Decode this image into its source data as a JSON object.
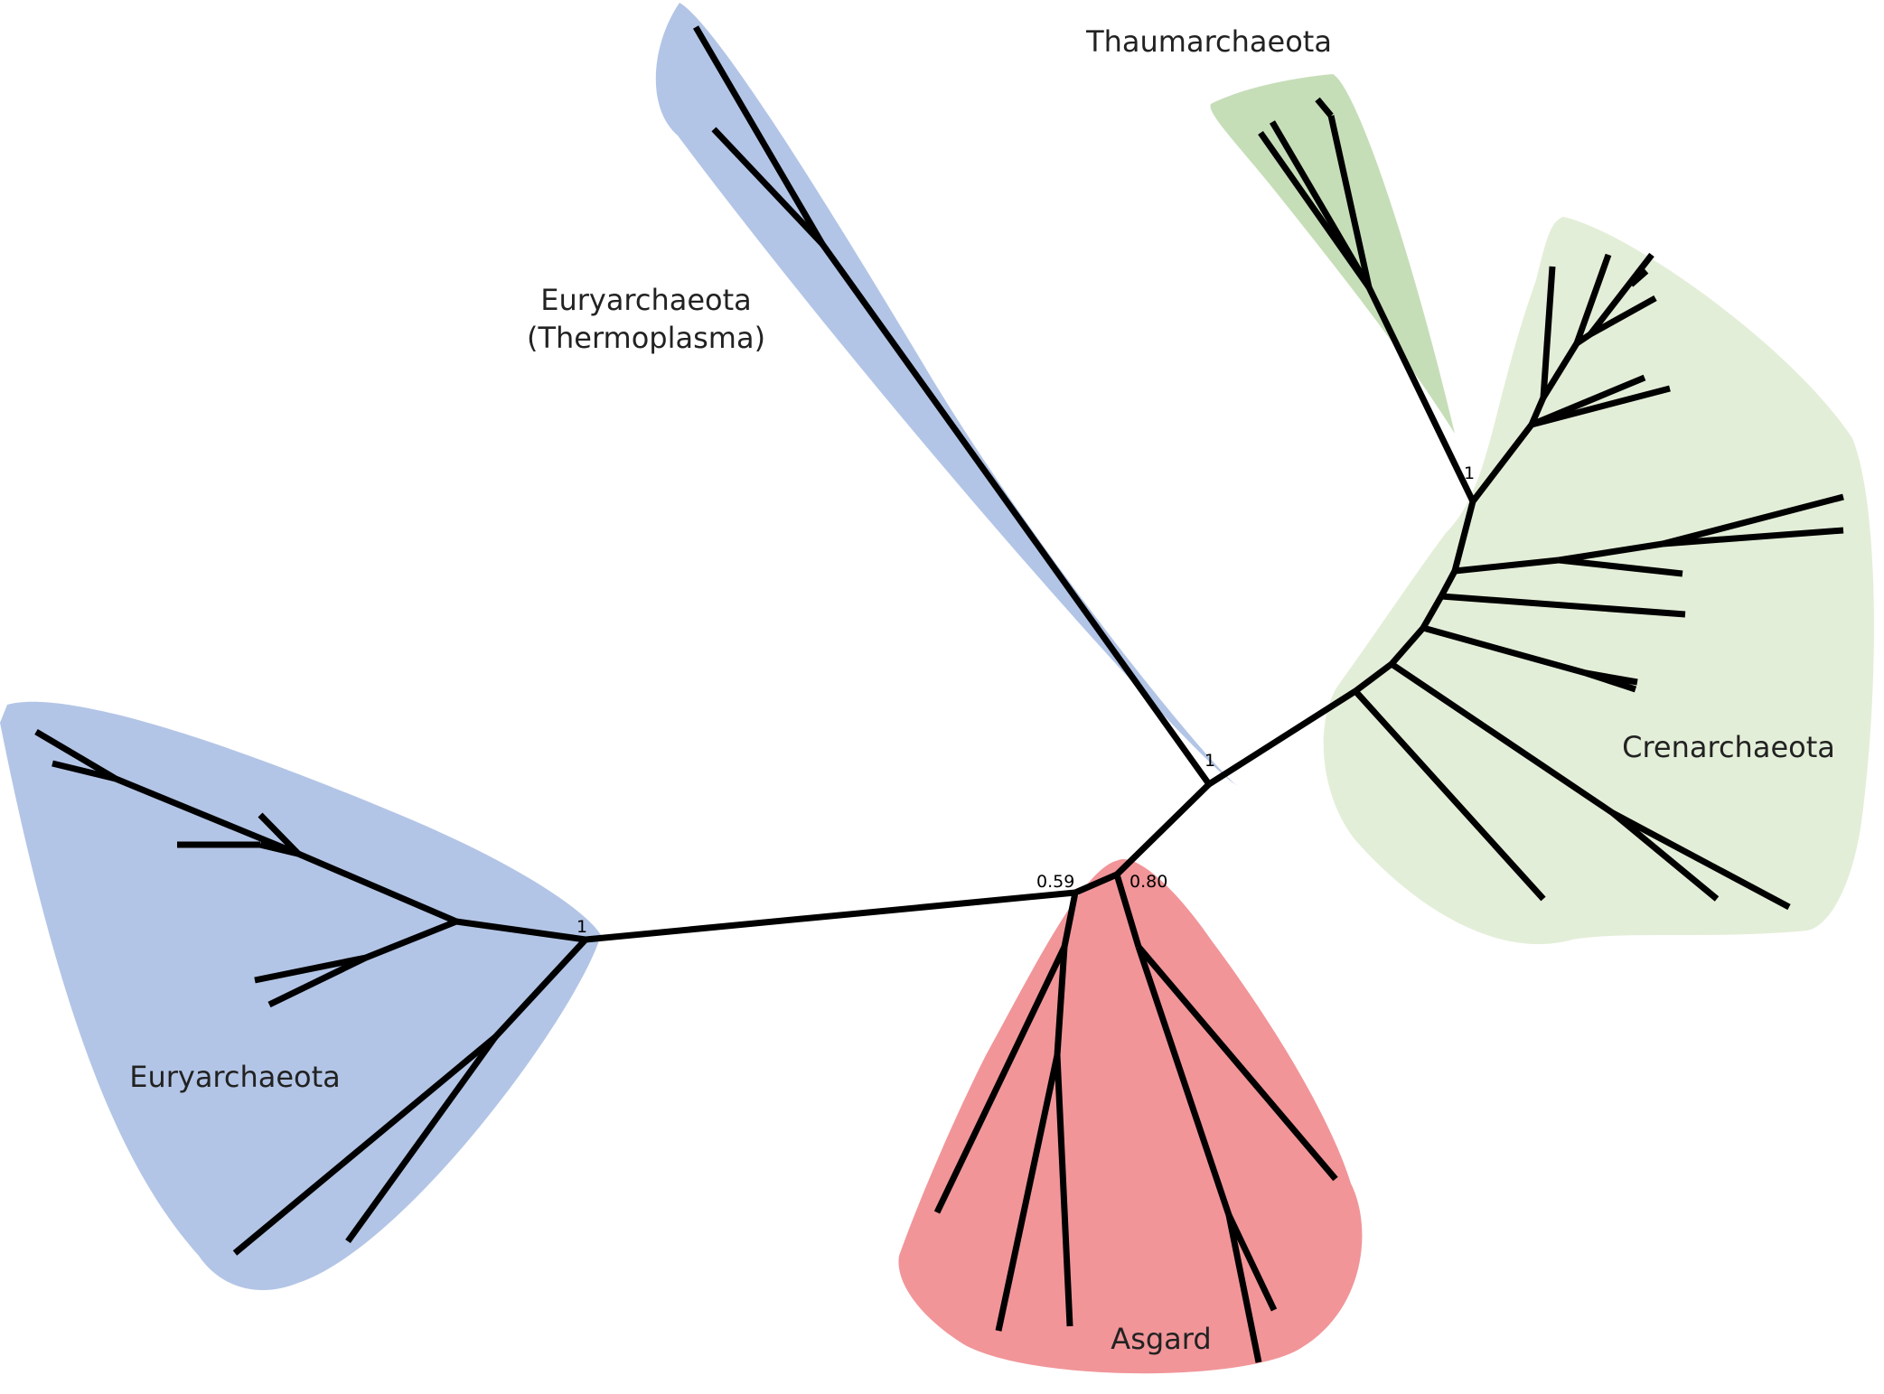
{
  "clades": [
    {
      "id": "euryarchaeota-thermoplasma",
      "lines": [
        "Euryarchaeota",
        "(Thermoplasma)"
      ],
      "color": "#b3c5e6"
    },
    {
      "id": "euryarchaeota",
      "lines": [
        "Euryarchaeota"
      ],
      "color": "#b3c5e6"
    },
    {
      "id": "thaumarchaeota",
      "lines": [
        "Thaumarchaeota"
      ],
      "color": "#c6deb8"
    },
    {
      "id": "crenarchaeota",
      "lines": [
        "Crenarchaeota"
      ],
      "color": "#e3eed8"
    },
    {
      "id": "asgard",
      "lines": [
        "Asgard"
      ],
      "color": "#f19599"
    }
  ],
  "support_values": [
    "1",
    "1",
    "1",
    "0.59",
    "0.80"
  ],
  "branch_color": "#000000"
}
